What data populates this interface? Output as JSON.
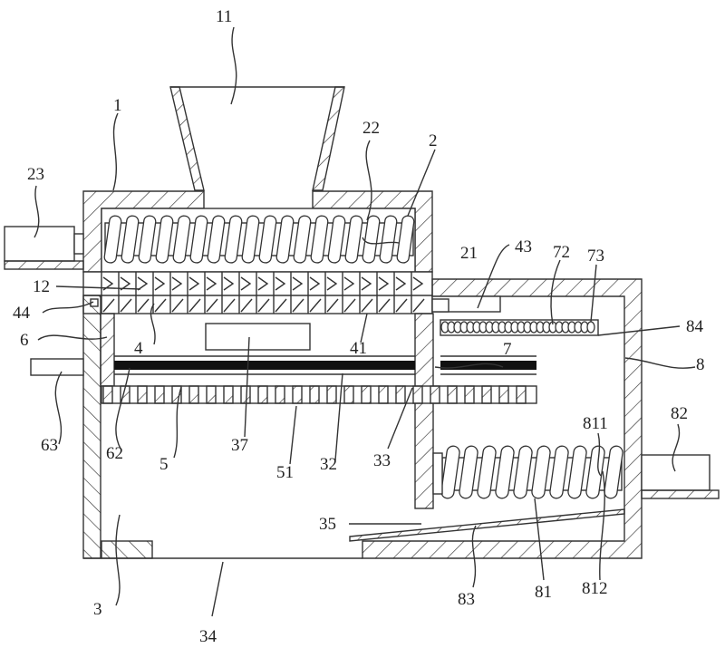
{
  "title": "Patent mechanical drawing - sectional view of screw feeding / sorting device",
  "labels": {
    "l1": "1",
    "l2": "2",
    "l3": "3",
    "l4": "4",
    "l5": "5",
    "l6": "6",
    "l7": "7",
    "l8": "8",
    "l11": "11",
    "l12": "12",
    "l21": "21",
    "l22": "22",
    "l23": "23",
    "l32": "32",
    "l33": "33",
    "l34": "34",
    "l35": "35",
    "l37": "37",
    "l41": "41",
    "l43": "43",
    "l44": "44",
    "l51": "51",
    "l62": "62",
    "l63": "63",
    "l72": "72",
    "l73": "73",
    "l81": "81",
    "l82": "82",
    "l83": "83",
    "l84": "84",
    "l811": "811",
    "l812": "812"
  },
  "colors": {
    "line": "#333333",
    "background": "#ffffff",
    "solid_bar": "#111111"
  }
}
